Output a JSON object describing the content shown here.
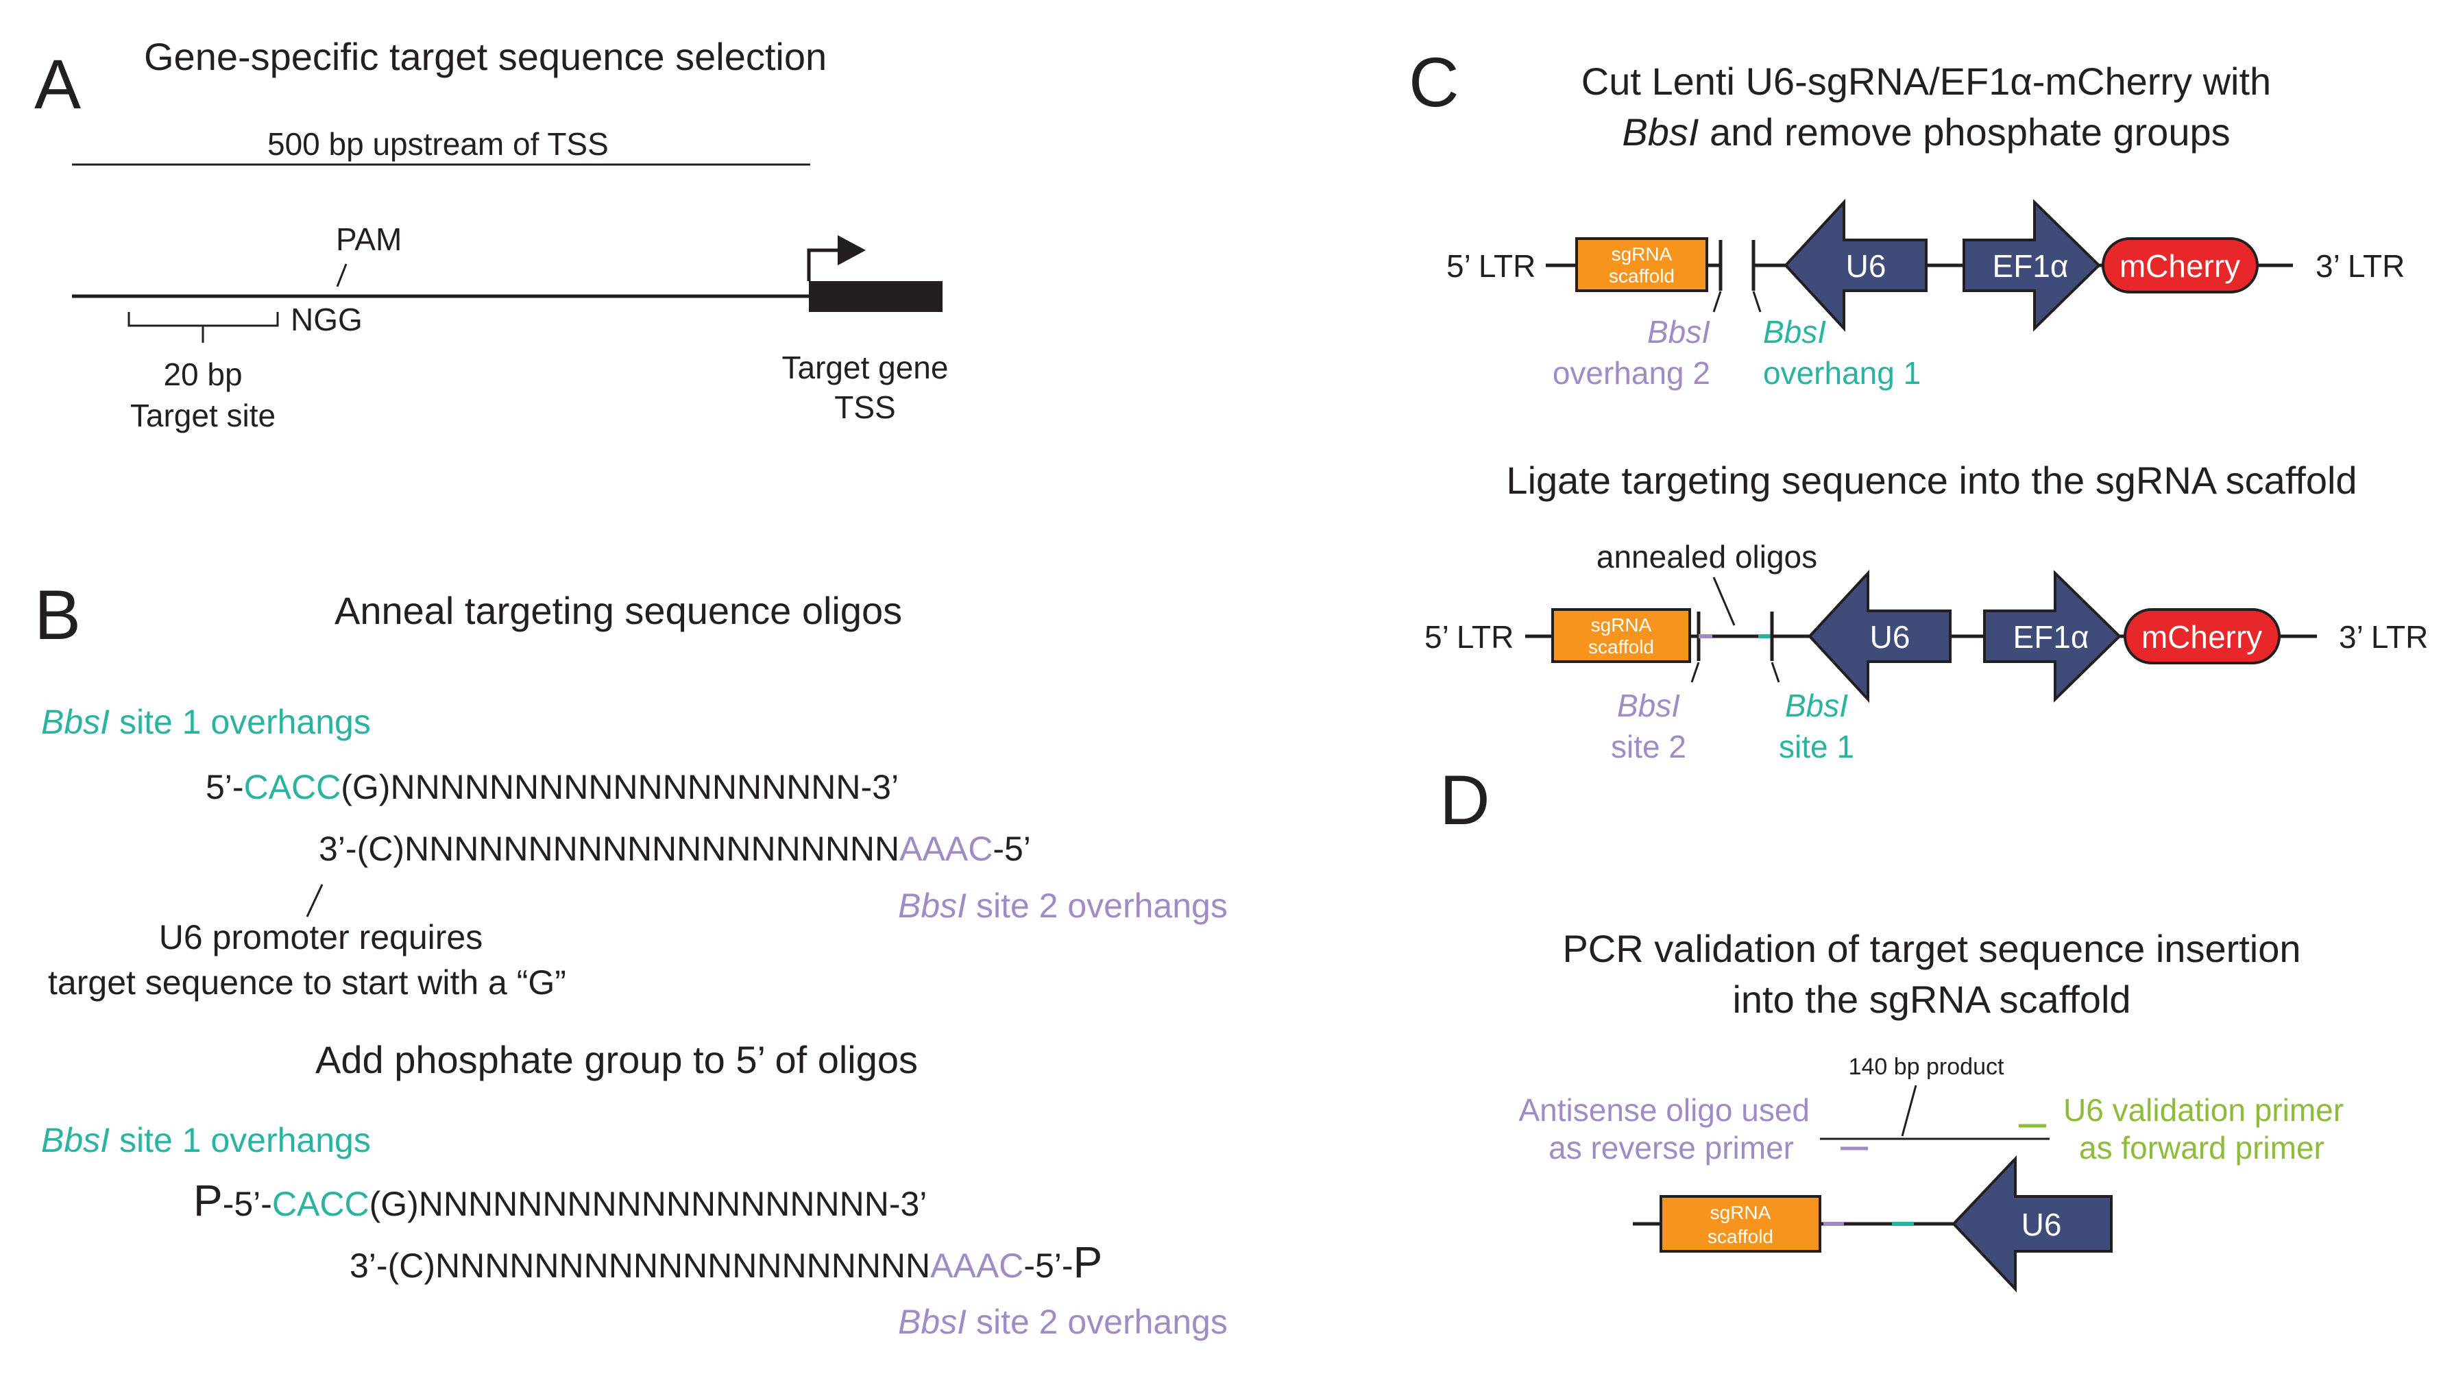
{
  "colors": {
    "teal": "#2ab3a0",
    "lavender": "#a08bc6",
    "olive": "#8dbb3a",
    "orange": "#f7941e",
    "navy": "#3f4c7a",
    "red": "#e8272a"
  },
  "panel_a": {
    "letter": "A",
    "title": "Gene-specific target sequence selection",
    "upstream_label": "500 bp upstream of TSS",
    "pam": "PAM",
    "ngg": "NGG",
    "target_bp": "20 bp",
    "target_site": "Target site",
    "tss_line1": "Target gene",
    "tss_line2": "TSS"
  },
  "panel_b": {
    "letter": "B",
    "title": "Anneal targeting sequence oligos",
    "overhang1": {
      "enzyme": "BbsI",
      "rest": " site 1 overhangs"
    },
    "overhang2": {
      "enzyme": "BbsI",
      "rest": " site 2 overhangs"
    },
    "top_oligo": {
      "prefix": "5’-",
      "overhang": "CACC",
      "body": "(G)NNNNNNNNNNNNNNNNNNN-3’"
    },
    "bottom_oligo": {
      "body": "3’-(C)NNNNNNNNNNNNNNNNNNNN",
      "overhang": "AAAC",
      "suffix": "-5’"
    },
    "note_line1": "U6 promoter requires",
    "note_line2": "target sequence to start with a “G”",
    "phos_title": "Add phosphate group to 5’ of oligos",
    "phos_p": "P",
    "phos_top": {
      "prefix": "-5’-",
      "overhang": "CACC",
      "body": "(G)NNNNNNNNNNNNNNNNNNN-3’"
    },
    "phos_bottom": {
      "body": "3’-(C)NNNNNNNNNNNNNNNNNNNN",
      "overhang": "AAAC",
      "suffix": "-5’-"
    }
  },
  "panel_c": {
    "letter": "C",
    "title_line1": "Cut Lenti U6-sgRNA/EF1α-mCherry with",
    "title_line2_enzyme": "BbsI",
    "title_line2_rest": " and remove phosphate groups",
    "ltr5": "5’ LTR",
    "ltr3": "3’ LTR",
    "scaffold_line1": "sgRNA",
    "scaffold_line2": "scaffold",
    "u6": "U6",
    "ef1a": "EF1α",
    "mcherry": "mCherry",
    "enzyme": "BbsI",
    "overhang2": "overhang 2",
    "overhang1": "overhang 1",
    "ligate_title": "Ligate targeting sequence into the sgRNA scaffold",
    "annealed": "annealed oligos",
    "site2": "site 2",
    "site1": "site 1"
  },
  "panel_d": {
    "letter": "D",
    "title_line1": "PCR validation of target sequence insertion",
    "title_line2": "into the sgRNA scaffold",
    "product": "140 bp product",
    "antisense_line1": "Antisense oligo used",
    "antisense_line2": "as reverse primer",
    "u6primer_line1": "U6 validation primer",
    "u6primer_line2": "as forward primer",
    "scaffold_line1": "sgRNA",
    "scaffold_line2": "scaffold",
    "u6": "U6"
  }
}
